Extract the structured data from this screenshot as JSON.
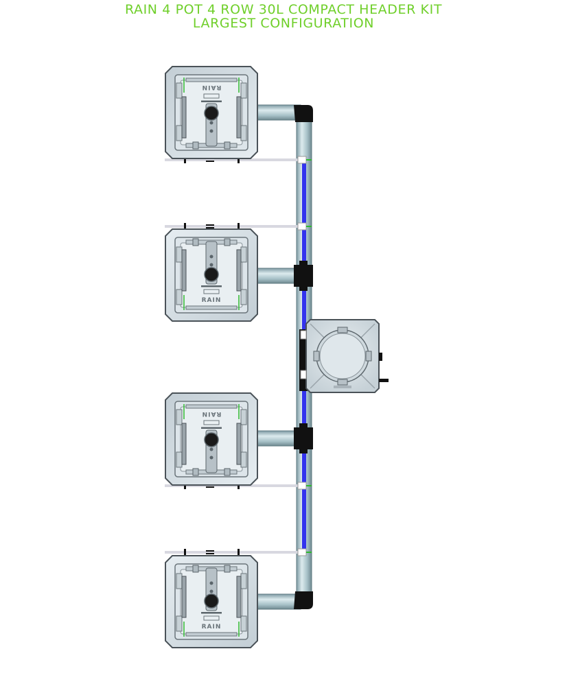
{
  "title": {
    "line1": "RAIN 4 POT 4 ROW 30L COMPACT HEADER KIT",
    "line2": "LARGEST CONFIGURATION"
  },
  "pot_brand": "RAIN",
  "colors": {
    "title": "#6fcf2a",
    "pot_body": "#d4dde3",
    "pot_border": "#4a5258",
    "pipe_fill": "#a9c5cc",
    "water_line": "#3333ee",
    "elbow": "#111111",
    "drip_line": "#d8d8e0",
    "fitting_green": "#2fb82f"
  },
  "pots": [
    {
      "id": "pot-1",
      "orientation": "inverted"
    },
    {
      "id": "pot-2",
      "orientation": "upright"
    },
    {
      "id": "pot-3",
      "orientation": "inverted"
    },
    {
      "id": "pot-4",
      "orientation": "upright"
    }
  ],
  "reservoir": {
    "id": "reservoir-30l"
  }
}
